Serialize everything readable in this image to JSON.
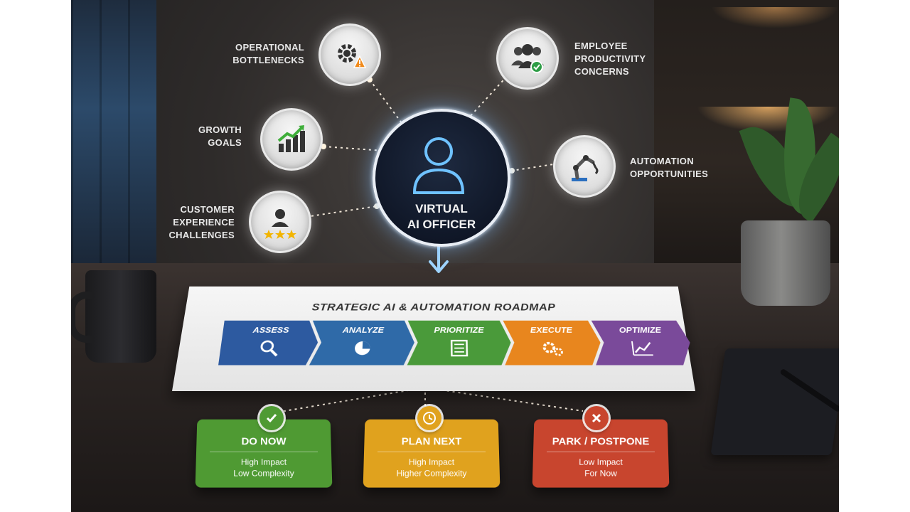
{
  "center": {
    "line1": "VIRTUAL",
    "line2": "AI OFFICER",
    "icon": "person-icon"
  },
  "inputs": [
    {
      "key": "operational",
      "lines": [
        "OPERATIONAL",
        "BOTTLENECKS"
      ],
      "icon": "gear-warning-icon"
    },
    {
      "key": "growth",
      "lines": [
        "GROWTH",
        "GOALS"
      ],
      "icon": "growth-chart-icon"
    },
    {
      "key": "customer",
      "lines": [
        "CUSTOMER",
        "EXPERIENCE",
        "CHALLENGES"
      ],
      "icon": "customer-rating-icon"
    },
    {
      "key": "employee",
      "lines": [
        "EMPLOYEE",
        "PRODUCTIVITY",
        "CONCERNS"
      ],
      "icon": "team-check-icon"
    },
    {
      "key": "automation",
      "lines": [
        "AUTOMATION",
        "OPPORTUNITIES"
      ],
      "icon": "robot-arm-icon"
    }
  ],
  "roadmap": {
    "title": "STRATEGIC AI & AUTOMATION ROADMAP",
    "stages": [
      {
        "label": "ASSESS",
        "color": "#2d5aa0",
        "icon": "magnifier-icon"
      },
      {
        "label": "ANALYZE",
        "color": "#2f6aa8",
        "icon": "pie-chart-icon"
      },
      {
        "label": "PRIORITIZE",
        "color": "#4a9a3a",
        "icon": "checklist-icon"
      },
      {
        "label": "EXECUTE",
        "color": "#e8861e",
        "icon": "gears-icon"
      },
      {
        "label": "OPTIMIZE",
        "color": "#7a4a9a",
        "icon": "trend-line-icon"
      }
    ]
  },
  "outcomes": [
    {
      "title": "DO NOW",
      "line1": "High Impact",
      "line2": "Low Complexity",
      "color": "#4f9a33",
      "icon": "checkmark-icon"
    },
    {
      "title": "PLAN NEXT",
      "line1": "High Impact",
      "line2": "Higher Complexity",
      "color": "#e0a21e",
      "icon": "clock-icon"
    },
    {
      "title": "PARK / POSTPONE",
      "line1": "Low Impact",
      "line2": "For Now",
      "color": "#c8452e",
      "icon": "x-icon"
    }
  ]
}
